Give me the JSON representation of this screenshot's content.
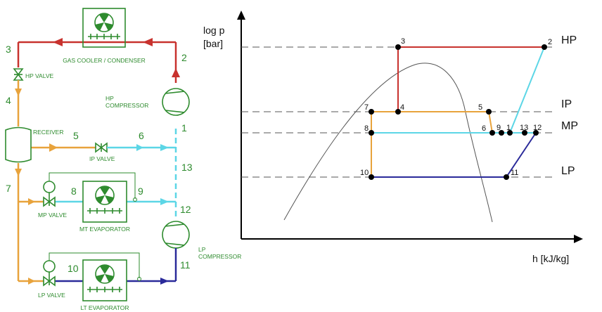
{
  "schematic": {
    "components": {
      "gas_cooler": "GAS COOLER / CONDENSER",
      "hp_valve": "HP VALVE",
      "hp_compressor_line1": "HP",
      "hp_compressor_line2": "COMPRESSOR",
      "receiver": "RECEIVER",
      "ip_valve": "IP VALVE",
      "mp_valve": "MP VALVE",
      "mt_evaporator": "MT EVAPORATOR",
      "lp_compressor_line1": "LP",
      "lp_compressor_line2": "COMPRESSOR",
      "lp_valve": "LP VALVE",
      "lt_evaporator": "LT EVAPORATOR"
    },
    "state_points": {
      "p1": "1",
      "p2": "2",
      "p3": "3",
      "p4": "4",
      "p5": "5",
      "p6": "6",
      "p7": "7",
      "p8": "8",
      "p9": "9",
      "p10": "10",
      "p11": "11",
      "p12": "12",
      "p13": "13"
    }
  },
  "diagram": {
    "y_axis_line1": "log p",
    "y_axis_line2": "[bar]",
    "x_axis": "h [kJ/kg]",
    "levels": {
      "hp": "HP",
      "ip": "IP",
      "mp": "MP",
      "lp": "LP"
    },
    "points": {
      "p1": "1",
      "p2": "2",
      "p3": "3",
      "p4": "4",
      "p5": "5",
      "p6": "6",
      "p7": "7",
      "p8": "8",
      "p9": "9",
      "p10": "10",
      "p11": "11",
      "p12": "12",
      "p13": "13"
    }
  },
  "colors": {
    "high_pressure": "#c8322e",
    "intermediate": "#e8a33c",
    "medium": "#5cd6e6",
    "low": "#2a2a9a",
    "component": "#2e8b2e"
  }
}
